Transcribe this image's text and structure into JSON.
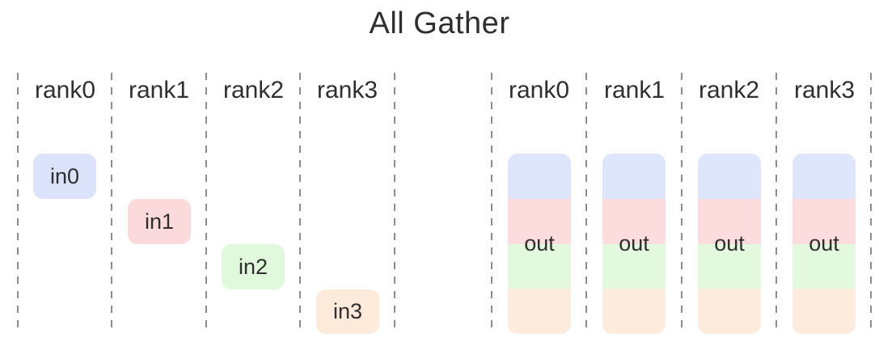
{
  "title": "All Gather",
  "palette": {
    "dash": "#8c8c8c",
    "text": "#2f2f2f",
    "in": {
      "blue": "#dbe3fb",
      "pink": "#fcd9da",
      "green": "#e0f8dc",
      "orange": "#fdeadb"
    },
    "out": {
      "blue": "#dee6fc",
      "pink": "#fcdcdd",
      "green": "#e2f9de",
      "orange": "#fdebde"
    }
  },
  "input_group": {
    "ranks": [
      "rank0",
      "rank1",
      "rank2",
      "rank3"
    ],
    "blocks": [
      {
        "label": "in0",
        "color": "blue"
      },
      {
        "label": "in1",
        "color": "pink"
      },
      {
        "label": "in2",
        "color": "green"
      },
      {
        "label": "in3",
        "color": "orange"
      }
    ]
  },
  "output_group": {
    "ranks": [
      "rank0",
      "rank1",
      "rank2",
      "rank3"
    ],
    "stacks": [
      {
        "label": "out",
        "segments": [
          "blue",
          "pink",
          "green",
          "orange"
        ]
      },
      {
        "label": "out",
        "segments": [
          "blue",
          "pink",
          "green",
          "orange"
        ]
      },
      {
        "label": "out",
        "segments": [
          "blue",
          "pink",
          "green",
          "orange"
        ]
      },
      {
        "label": "out",
        "segments": [
          "blue",
          "pink",
          "green",
          "orange"
        ]
      }
    ]
  }
}
